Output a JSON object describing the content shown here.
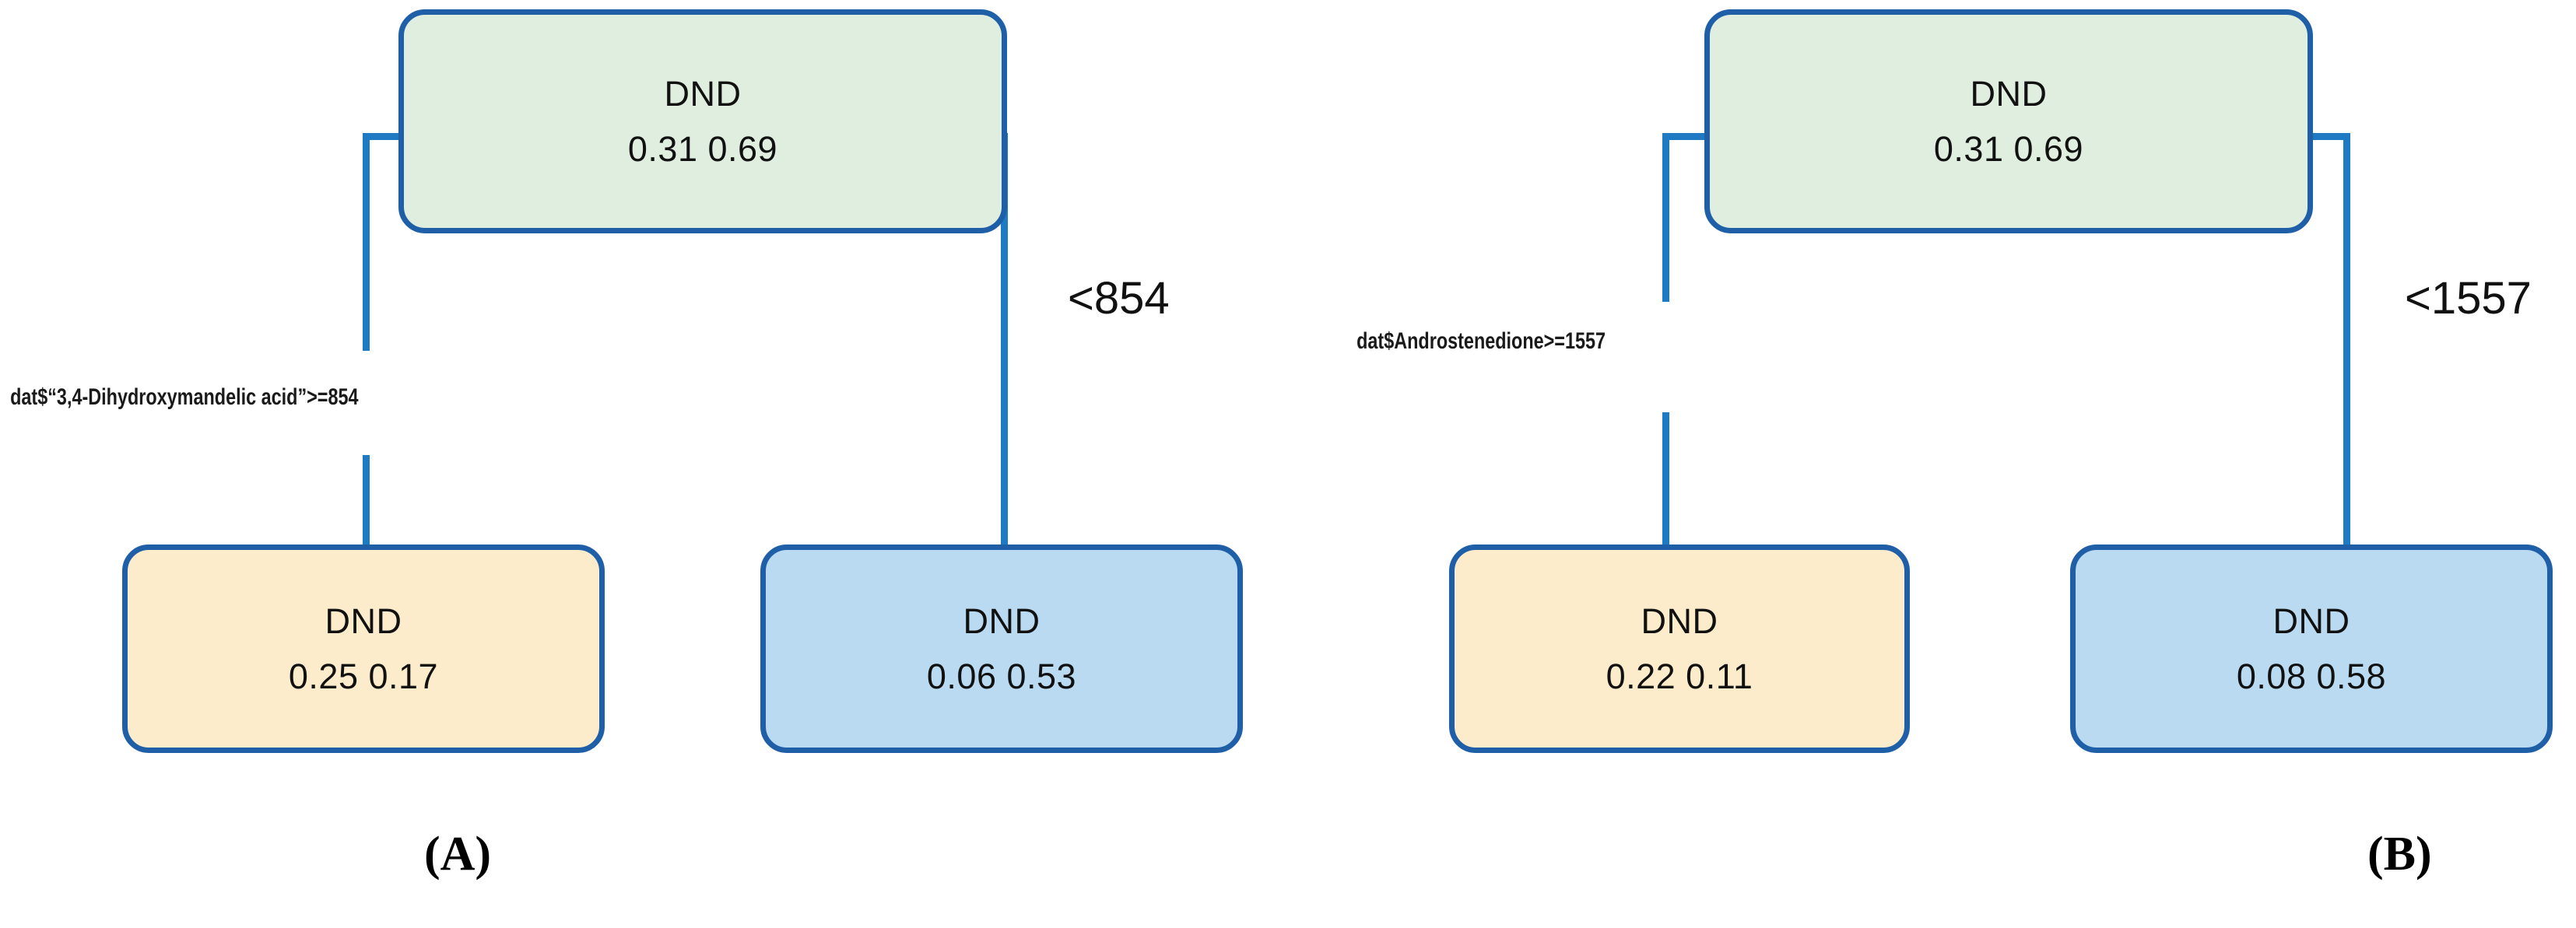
{
  "figure": {
    "background_color": "#ffffff",
    "node_border_color": "#1f5fa8",
    "connector_color": "#1f7ac4",
    "root_fill": "#dfeedf",
    "left_leaf_fill": "#fceccb",
    "right_leaf_fill": "#b9daf0"
  },
  "panels": [
    {
      "caption": "(A)",
      "root": {
        "label": "DND",
        "values": "0.31 0.69"
      },
      "left_edge_label": "dat$“3,4-Dihydroxymandelic acid”>=854",
      "right_edge_label": "<854",
      "left_leaf": {
        "label": "DND",
        "values": "0.25 0.17"
      },
      "right_leaf": {
        "label": "DND",
        "values": "0.06 0.53"
      }
    },
    {
      "caption": "(B)",
      "root": {
        "label": "DND",
        "values": "0.31 0.69"
      },
      "left_edge_label": "dat$Androstenedione>=1557",
      "right_edge_label": "<1557",
      "left_leaf": {
        "label": "DND",
        "values": "0.22 0.11"
      },
      "right_leaf": {
        "label": "DND",
        "values": "0.08 0.58"
      }
    }
  ]
}
